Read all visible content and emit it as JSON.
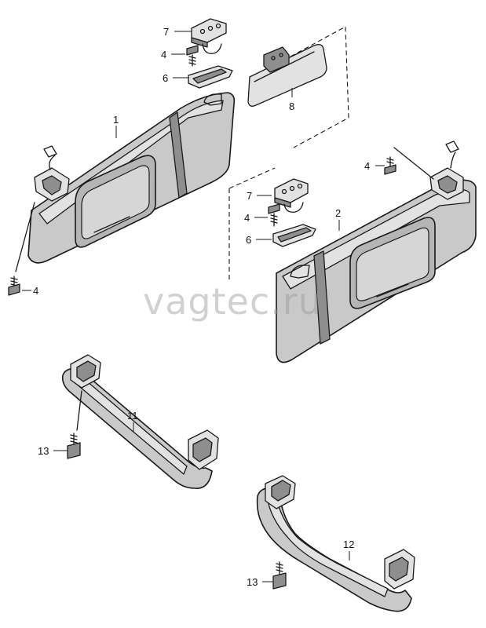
{
  "watermark": "vagtec.ru",
  "callouts": {
    "c1": "1",
    "c2": "2",
    "c4a": "4",
    "c6a": "6",
    "c7a": "7",
    "c8": "8",
    "c4b": "4",
    "c4c": "4",
    "c4d": "4",
    "c6b": "6",
    "c7b": "7",
    "c11": "11",
    "c12": "12",
    "c13a": "13",
    "c13b": "13"
  }
}
